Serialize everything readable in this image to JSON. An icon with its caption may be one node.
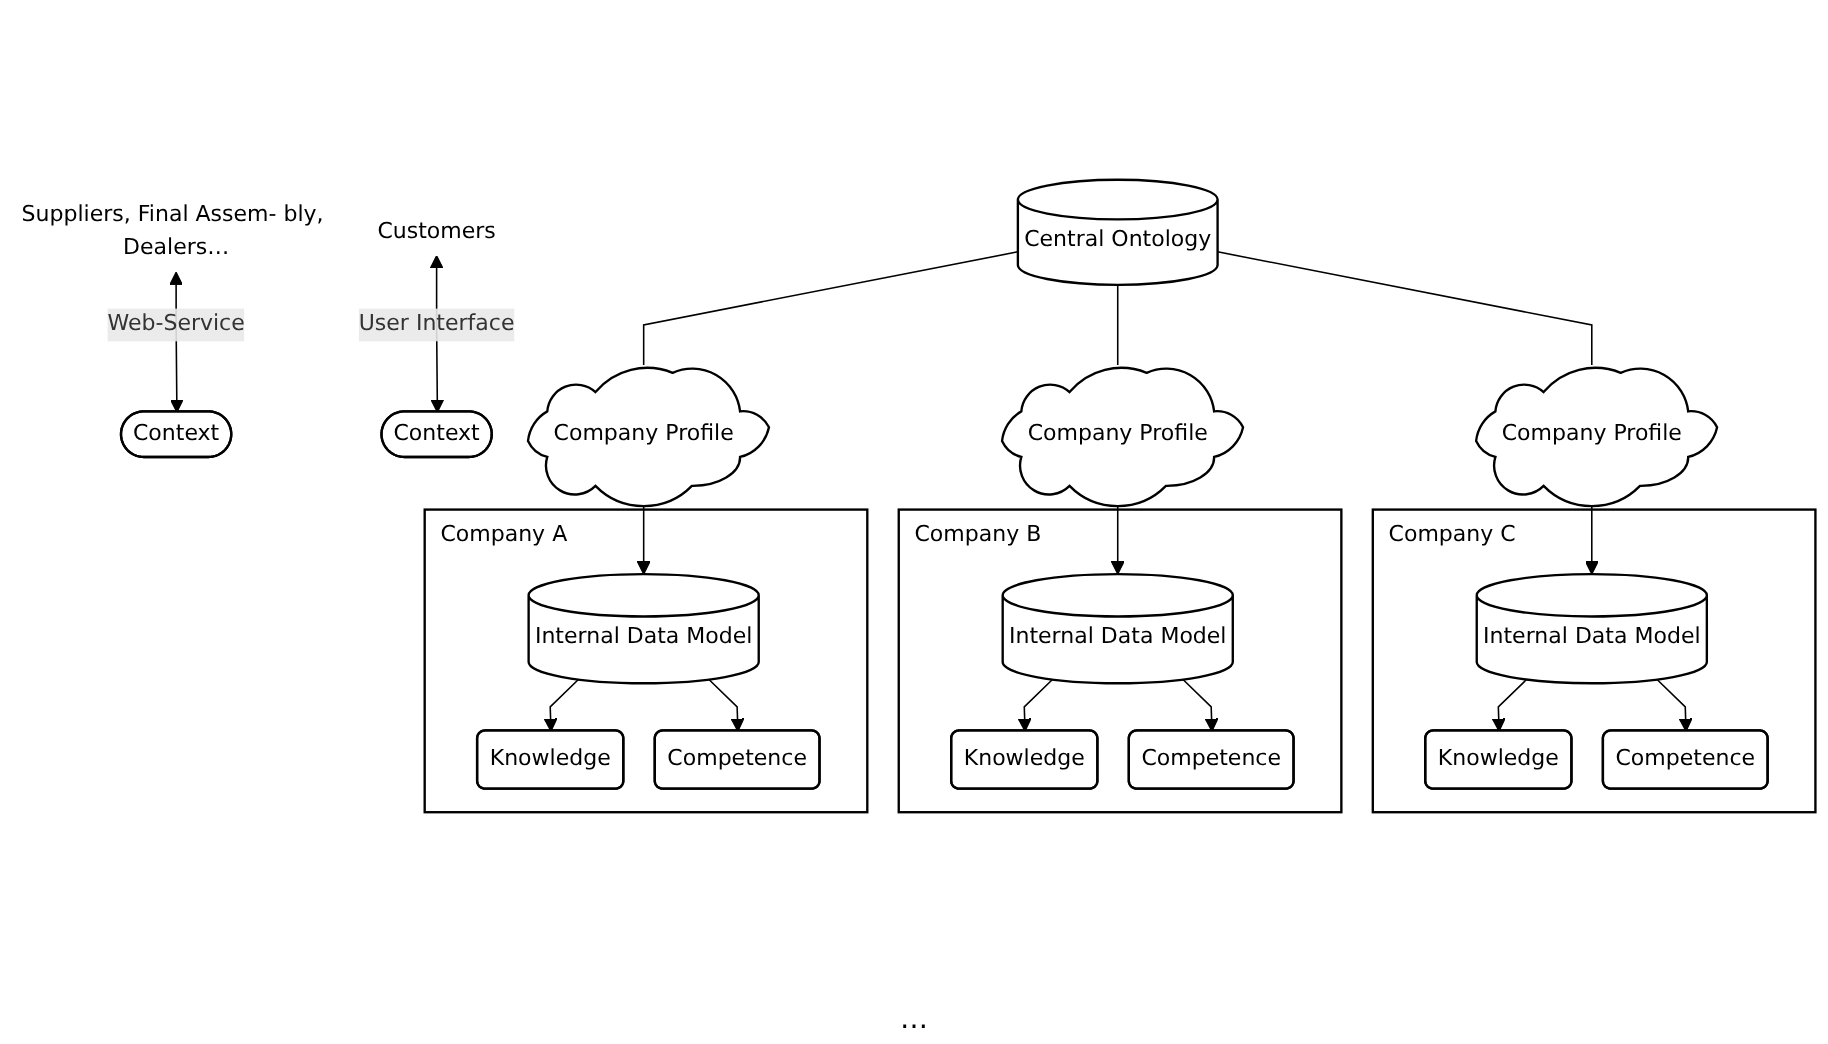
{
  "diagram": {
    "nodes": [
      {
        "text": [
          "Suppliers, Final Assem- bly, Dealers…"
        ]
      },
      {
        "text": [
          "Customers"
        ]
      },
      {
        "text": [
          "Context"
        ]
      },
      {
        "text": [
          "Context"
        ]
      },
      {
        "text": [
          "Central Ontology"
        ]
      },
      {
        "text": [
          "Company Profile"
        ]
      },
      {
        "text": [
          "Company Profile"
        ]
      },
      {
        "text": [
          "Company Profile"
        ]
      },
      {
        "text": [
          "Company A"
        ]
      },
      {
        "text": [
          "Internal Data Model"
        ],
        "in": 8
      },
      {
        "text": [
          "Knowledge"
        ],
        "in": 8
      },
      {
        "text": [
          "Competence"
        ],
        "in": 8
      },
      {
        "text": [
          "Company B"
        ]
      },
      {
        "text": [
          "Internal Data Model"
        ],
        "in": 12
      },
      {
        "text": [
          "Knowledge"
        ],
        "in": 12
      },
      {
        "text": [
          "Competence"
        ],
        "in": 12
      },
      {
        "text": [
          "Company C"
        ]
      },
      {
        "text": [
          "Internal Data Model"
        ],
        "in": 16
      },
      {
        "text": [
          "Knowledge"
        ],
        "in": 16
      },
      {
        "text": [
          "Competence"
        ],
        "in": 16
      }
    ],
    "edges": [
      {
        "from": 0,
        "to": 2,
        "arrow": "both",
        "label": "Web-Service"
      },
      {
        "from": 1,
        "to": 3,
        "arrow": "both",
        "label": "User Interface"
      },
      {
        "from": 4,
        "to": 5,
        "arrow": "none"
      },
      {
        "from": 4,
        "to": 6,
        "arrow": "none"
      },
      {
        "from": 4,
        "to": 7,
        "arrow": "none"
      },
      {
        "from": 5,
        "to": 9,
        "arrow": "to"
      },
      {
        "from": 6,
        "to": 13,
        "arrow": "to"
      },
      {
        "from": 7,
        "to": 17,
        "arrow": "to"
      },
      {
        "from": 9,
        "to": 10,
        "arrow": "to"
      },
      {
        "from": 9,
        "to": 11,
        "arrow": "to"
      },
      {
        "from": 13,
        "to": 14,
        "arrow": "to"
      },
      {
        "from": 13,
        "to": 15,
        "arrow": "to"
      },
      {
        "from": 17,
        "to": 18,
        "arrow": "to"
      },
      {
        "from": 17,
        "to": 19,
        "arrow": "to"
      }
    ],
    "labels": [
      "…"
    ]
  }
}
